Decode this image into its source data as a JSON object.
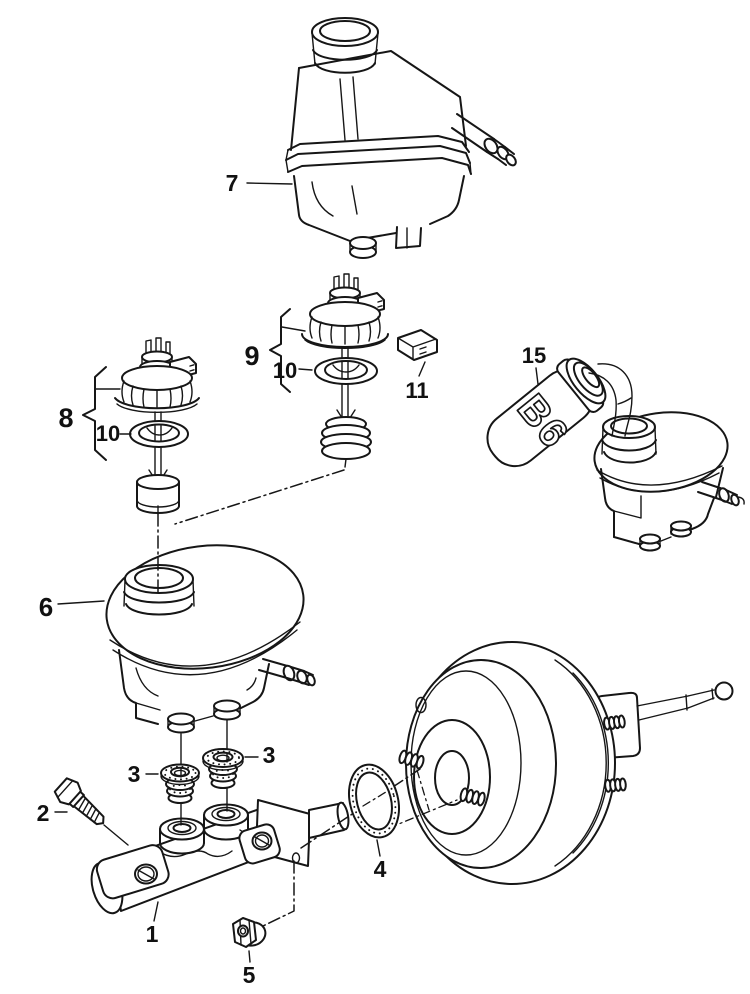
{
  "diagram": {
    "background": "#ffffff",
    "ink": "#161616",
    "bottle_marking": "B6",
    "callouts": {
      "c1": "1",
      "c2": "2",
      "c3_left": "3",
      "c3_right": "3",
      "c4": "4",
      "c5": "5",
      "c6": "6",
      "c7": "7",
      "c8": "8",
      "c9": "9",
      "c10_left": "10",
      "c10_center": "10",
      "c11": "11",
      "c15": "15"
    }
  }
}
